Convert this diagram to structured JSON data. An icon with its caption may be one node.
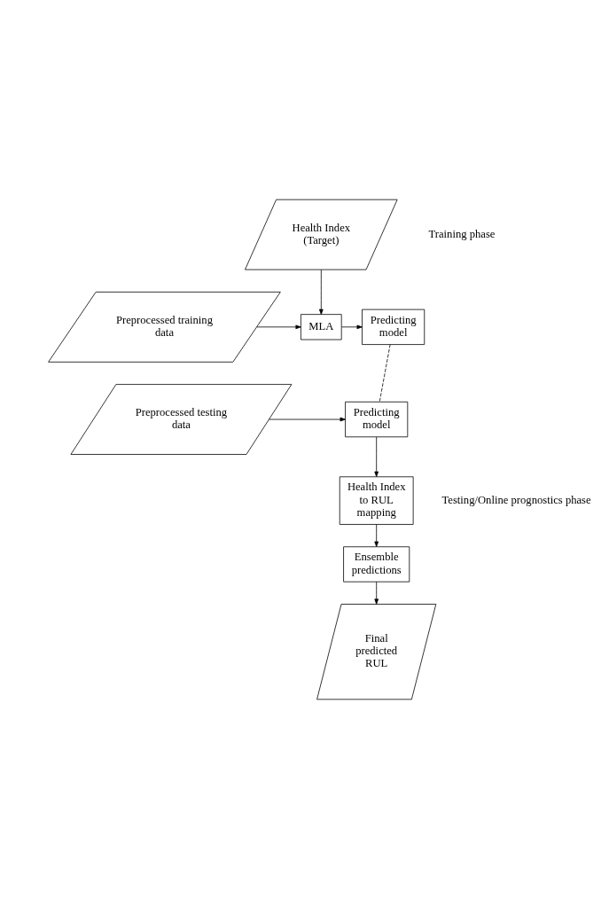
{
  "diagram": {
    "nodes": [
      {
        "text": [
          "Health Index (Target)"
        ]
      },
      {
        "text": [
          "Preprocessed training data"
        ]
      },
      {
        "text": [
          "MLA"
        ]
      },
      {
        "text": [
          "Predicting model"
        ]
      },
      {
        "text": [
          "Preprocessed testing data"
        ]
      },
      {
        "text": [
          "Predicting model"
        ]
      },
      {
        "text": [
          "Health Index to RUL mapping"
        ]
      },
      {
        "text": [
          "Ensemble predictions"
        ]
      },
      {
        "text": [
          "Final predicted RUL"
        ]
      }
    ],
    "edges": [
      {
        "from": 0,
        "to": 2,
        "arrow": "to"
      },
      {
        "from": 1,
        "to": 2,
        "arrow": "to"
      },
      {
        "from": 2,
        "to": 3,
        "arrow": "to"
      },
      {
        "from": 3,
        "to": 5,
        "arrow": "none",
        "style": "dashed"
      },
      {
        "from": 4,
        "to": 5,
        "arrow": "to"
      },
      {
        "from": 5,
        "to": 6,
        "arrow": "to"
      },
      {
        "from": 6,
        "to": 7,
        "arrow": "to"
      },
      {
        "from": 7,
        "to": 8,
        "arrow": "to"
      }
    ],
    "labels": [
      "Training phase",
      "Testing/Online prognostics phase"
    ]
  }
}
